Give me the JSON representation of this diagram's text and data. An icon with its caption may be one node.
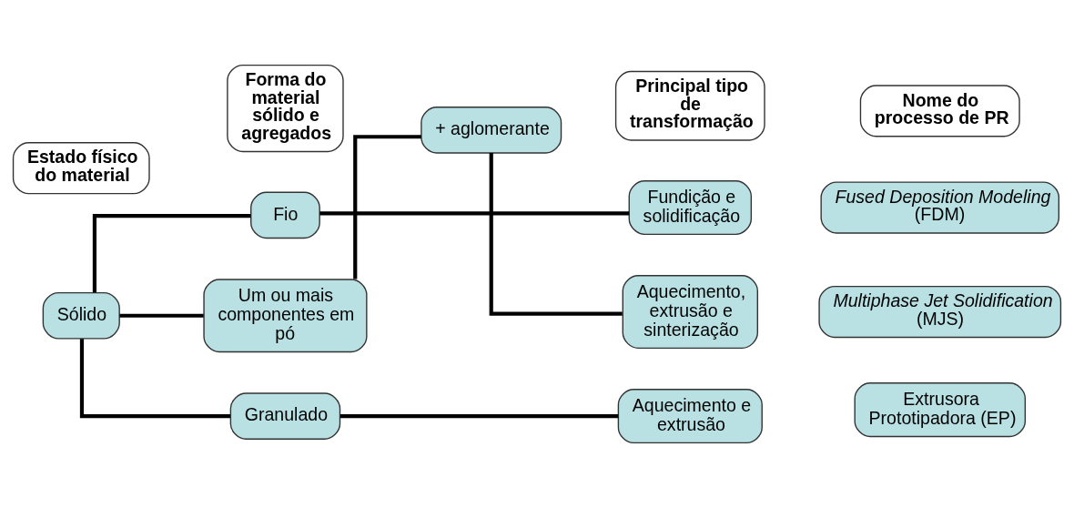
{
  "diagram": {
    "nodes": [
      {
        "text": [
          "Estado físico do material"
        ]
      },
      {
        "text": [
          "Forma do material sólido e agregados"
        ]
      },
      {
        "text": [
          "Principal tipo de transformação"
        ]
      },
      {
        "text": [
          "Nome do processo de PR"
        ]
      },
      {
        "text": [
          "Sólido"
        ]
      },
      {
        "text": [
          "Fio"
        ]
      },
      {
        "text": [
          "Um ou mais componentes em pó"
        ]
      },
      {
        "text": [
          "+ aglomerante"
        ]
      },
      {
        "text": [
          "Granulado"
        ]
      },
      {
        "text": [
          "Fundição e solidificação"
        ]
      },
      {
        "text": [
          "Aquecimento, extrusão e sinterização"
        ]
      },
      {
        "text": [
          "Aquecimento e extrusão"
        ]
      },
      {
        "text": [
          "*Fused Deposition Modeling* (FDM)"
        ]
      },
      {
        "text": [
          "*Multiphase Jet Solidification* (MJS)"
        ]
      },
      {
        "text": [
          "Extrusora Prototipadora (EP)"
        ]
      }
    ],
    "edges": [
      {
        "from": 4,
        "to": 5,
        "arrow": "none"
      },
      {
        "from": 4,
        "to": 6,
        "arrow": "none"
      },
      {
        "from": 4,
        "to": 8,
        "arrow": "none"
      },
      {
        "from": 5,
        "to": 9,
        "arrow": "none"
      },
      {
        "from": 6,
        "to": 7,
        "arrow": "none"
      },
      {
        "from": 7,
        "to": 10,
        "arrow": "none"
      },
      {
        "from": 8,
        "to": 11,
        "arrow": "none"
      }
    ]
  }
}
